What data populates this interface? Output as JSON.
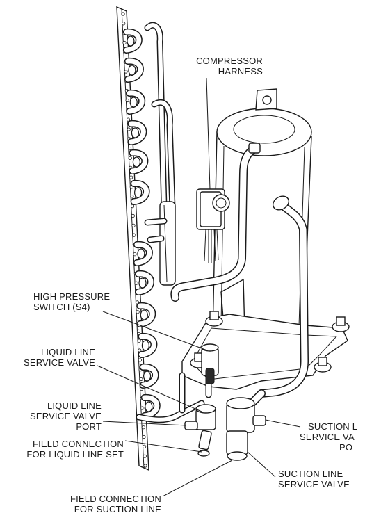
{
  "callouts": {
    "compressor_harness": [
      "COMPRESSOR",
      "HARNESS"
    ],
    "high_pressure_switch": [
      "HIGH PRESSURE",
      "SWITCH (S4)"
    ],
    "liquid_line_service_valve": [
      "LIQUID LINE",
      "SERVICE VALVE"
    ],
    "liquid_line_service_valve_port": [
      "LIQUID LINE",
      "SERVICE VALVE",
      "PORT"
    ],
    "field_connection_liquid": [
      "FIELD CONNECTION",
      "FOR LIQUID LINE SET"
    ],
    "field_connection_suction": [
      "FIELD CONNECTION",
      "FOR SUCTION LINE"
    ],
    "suction_line_service_valve_port": [
      "SUCTION L",
      "SERVICE VA",
      "PO"
    ],
    "suction_line_service_valve": [
      "SUCTION LINE",
      "SERVICE VALVE"
    ]
  }
}
